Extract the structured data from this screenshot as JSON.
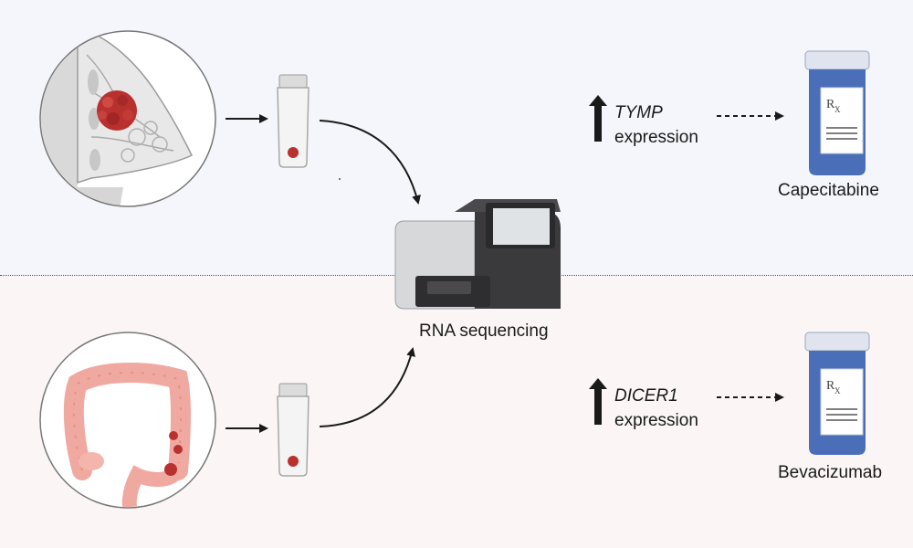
{
  "labels": {
    "sequencer": "RNA sequencing",
    "top_gene": "TYMP",
    "top_expression": "expression",
    "top_drug": "Capecitabine",
    "bottom_gene": "DICER1",
    "bottom_expression": "expression",
    "bottom_drug": "Bevacizumab",
    "rx_symbol": "R",
    "rx_sub": "X"
  },
  "colors": {
    "top_band": "#f5f6fb",
    "bottom_band": "#fbf6f5",
    "tumor": "#b8312f",
    "colon": "#f0a9a0",
    "bottle_blue": "#4a6fb8",
    "sequencer_dark": "#3a3a3c"
  },
  "icons": [
    "breast-tumor-icon",
    "colon-tumor-icon",
    "sample-tube-icon",
    "sequencer-icon",
    "up-arrow-icon",
    "pill-bottle-icon"
  ]
}
